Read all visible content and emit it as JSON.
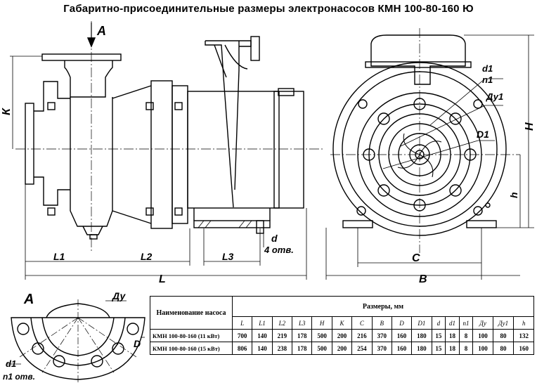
{
  "title": "Габаритно-присоединительные размеры электронасосов КМН 100-80-160 Ю",
  "labels": {
    "view_a_arrow": "А",
    "k": "К",
    "l1": "L1",
    "l2": "L2",
    "l3": "L3",
    "l": "L",
    "d_holes": "d",
    "holes_count": "4 отв.",
    "d1": "d1",
    "n1": "n1",
    "dy1": "Ду1",
    "d1_big": "D1",
    "h_big": "H",
    "h_small": "h",
    "c": "C",
    "b": "B",
    "view_a": "А",
    "dy": "Ду",
    "d_big": "D",
    "d1_bottom": "d1",
    "n1_holes": "n1 отв."
  },
  "table": {
    "name_header": "Наименование насоса",
    "dims_header": "Размеры, мм",
    "columns": [
      "L",
      "L1",
      "L2",
      "L3",
      "H",
      "K",
      "C",
      "B",
      "D",
      "D1",
      "d",
      "d1",
      "n1",
      "Ду",
      "Ду1",
      "h"
    ],
    "rows": [
      {
        "name": "КМН 100-80-160 (11 кВт)",
        "values": [
          "700",
          "140",
          "219",
          "178",
          "500",
          "200",
          "216",
          "370",
          "160",
          "180",
          "15",
          "18",
          "8",
          "100",
          "80",
          "132"
        ]
      },
      {
        "name": "КМН 100-80-160 (15 кВт)",
        "values": [
          "806",
          "140",
          "238",
          "178",
          "500",
          "200",
          "254",
          "370",
          "160",
          "180",
          "15",
          "18",
          "8",
          "100",
          "80",
          "160"
        ]
      }
    ]
  }
}
